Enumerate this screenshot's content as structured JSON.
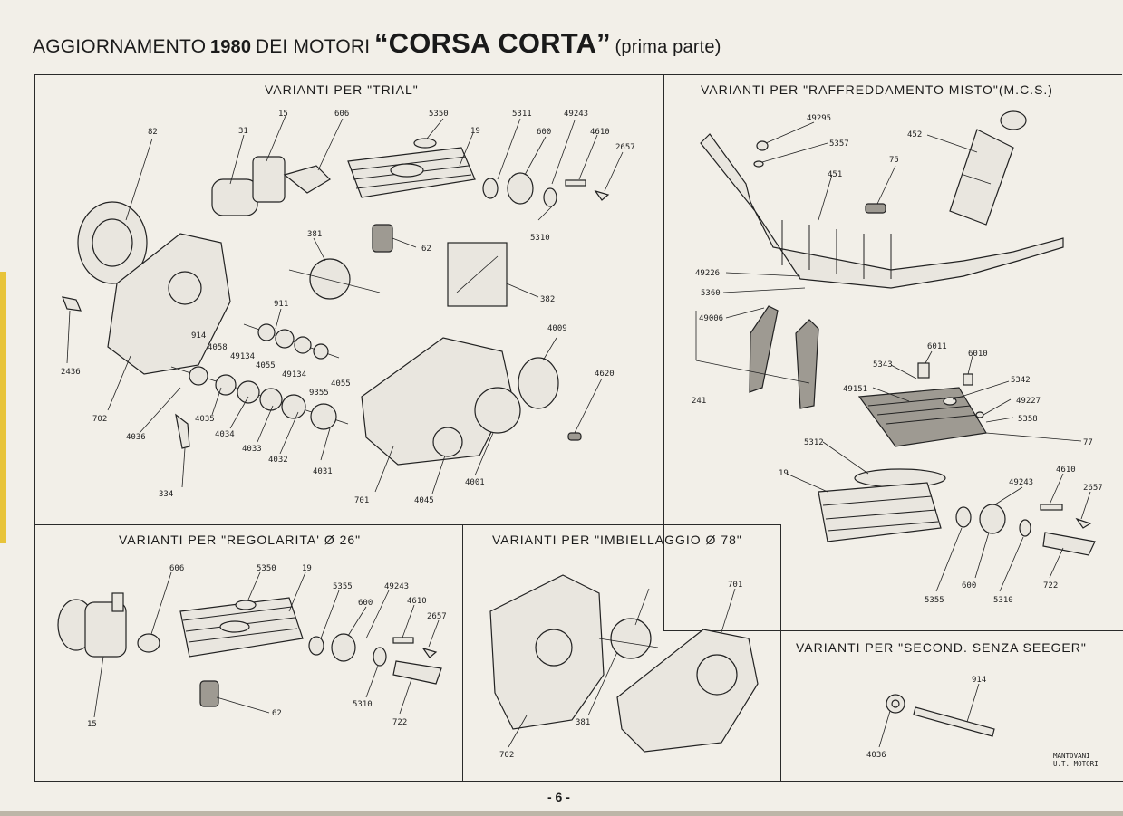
{
  "page": {
    "title": {
      "part1": "AGGIORNAMENTO",
      "year": "1980",
      "part3": "DEI MOTORI",
      "highlight": "“CORSA CORTA”",
      "suffix": "(prima parte)"
    },
    "page_number": "- 6 -",
    "stamp": {
      "line1": "MANTOVANI",
      "line2": "U.T. MOTORI"
    }
  },
  "panels": {
    "trial": {
      "title": "VARIANTI  PER  \"TRIAL\"",
      "labels": [
        "82",
        "31",
        "15",
        "606",
        "5350",
        "19",
        "5311",
        "49243",
        "600",
        "4610",
        "2657",
        "5310",
        "381",
        "62",
        "382",
        "911",
        "4009",
        "4620",
        "2436",
        "914",
        "4058",
        "49134",
        "4055",
        "49134",
        "4055",
        "9355",
        "702",
        "4036",
        "4035",
        "4034",
        "4033",
        "4032",
        "4031",
        "334",
        "701",
        "4045",
        "4001"
      ]
    },
    "raffreddamento": {
      "title": "VARIANTI  PER  \"RAFFREDDAMENTO  MISTO\"(M.C.S.)",
      "labels": [
        "49295",
        "5357",
        "452",
        "451",
        "75",
        "49226",
        "5360",
        "49006",
        "241",
        "6011",
        "6010",
        "5343",
        "5342",
        "49151",
        "49227",
        "5358",
        "77",
        "5312",
        "19",
        "49243",
        "4610",
        "2657",
        "5355",
        "600",
        "5310",
        "722"
      ]
    },
    "regolarita": {
      "title": "VARIANTI  PER  \"REGOLARITA'  Ø 26\"",
      "labels": [
        "606",
        "5350",
        "19",
        "5355",
        "49243",
        "600",
        "4610",
        "2657",
        "15",
        "62",
        "5310",
        "722"
      ]
    },
    "imbiellaggio": {
      "title": "VARIANTI  PER  \"IMBIELLAGGIO  Ø 78\"",
      "labels": [
        "701",
        "381",
        "702"
      ]
    },
    "seeger": {
      "title": "VARIANTI  PER \"SECOND.  SENZA  SEEGER\"",
      "labels": [
        "914",
        "4036"
      ]
    }
  }
}
